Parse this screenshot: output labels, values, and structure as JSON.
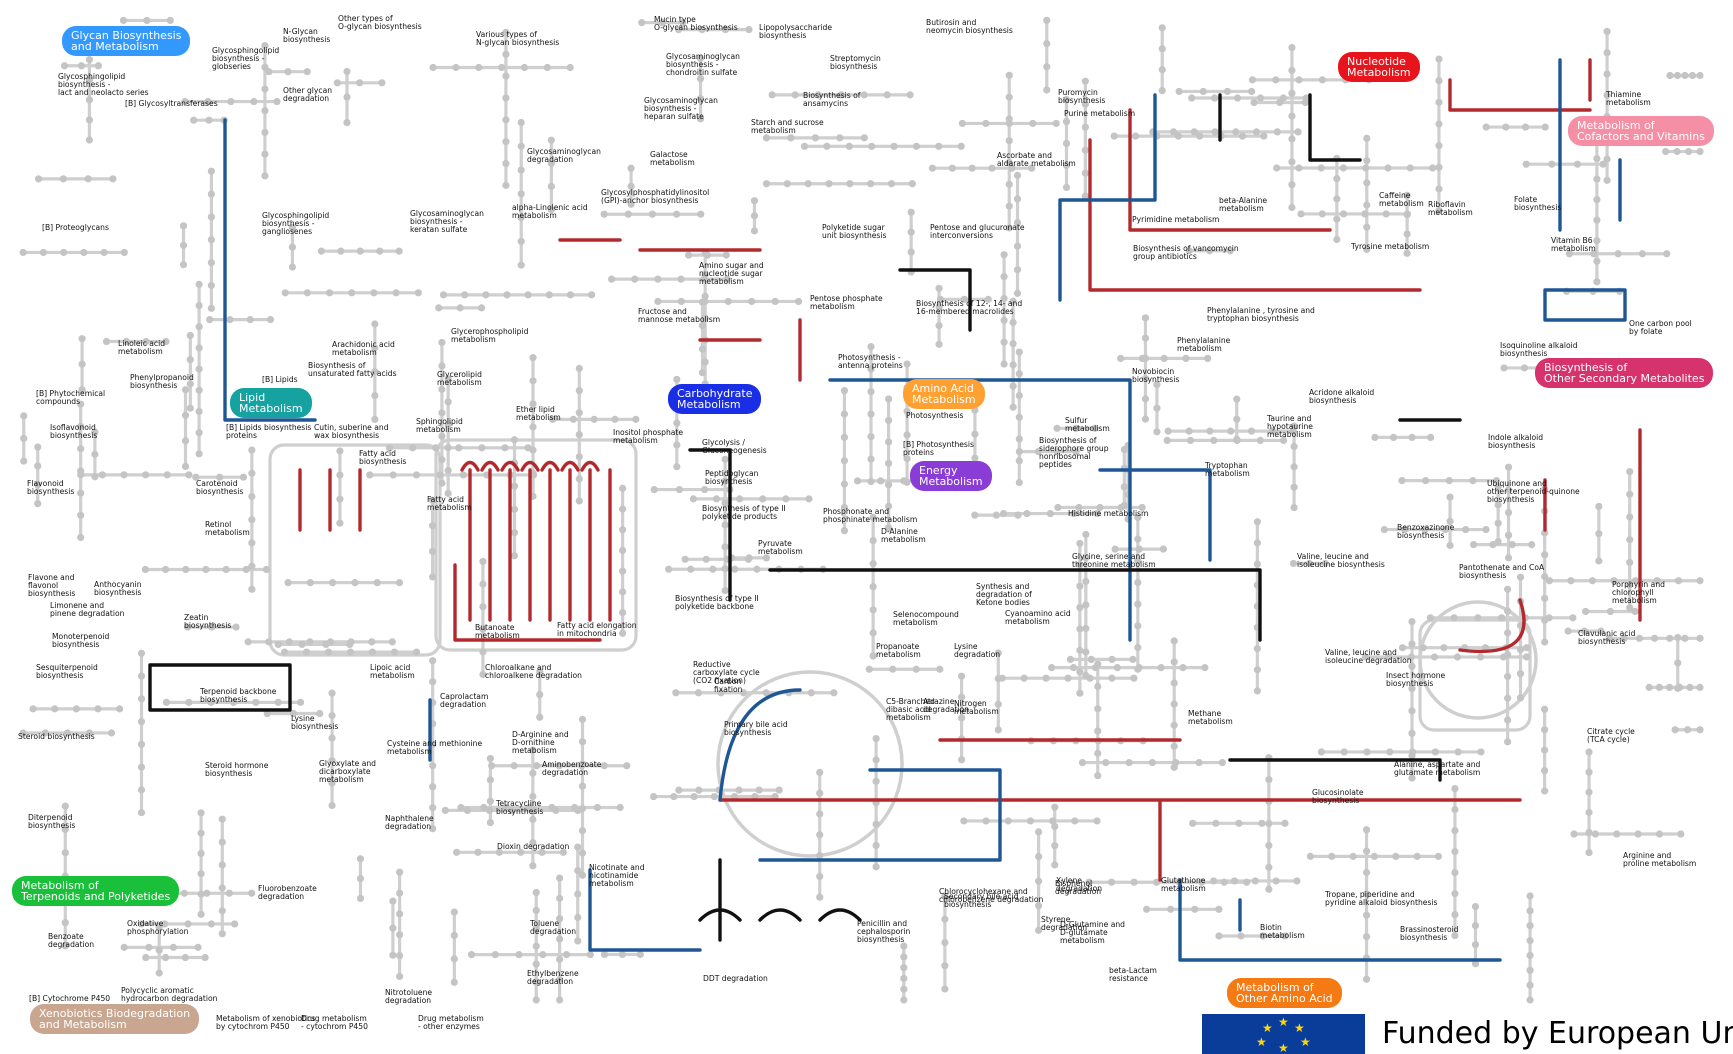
{
  "colors": {
    "background": "#ffffff",
    "pathway_grey": "#cfcfcf",
    "node_grey": "#c4c4c4",
    "highlight_red": "#b22a2e",
    "highlight_blue": "#1f5795",
    "highlight_black": "#111111"
  },
  "category_labels": [
    {
      "text": "Glycan Biosynthesis\nand Metabolism",
      "color": "#3399ff"
    },
    {
      "text": "Nucleotide\nMetabolism",
      "color": "#e8141c"
    },
    {
      "text": "Metabolism of\nCofactors and Vitamins",
      "color": "#f58fa5"
    },
    {
      "text": "Lipid\nMetabolism",
      "color": "#17a2a2"
    },
    {
      "text": "Carbohydrate\nMetabolism",
      "color": "#1a2ee6"
    },
    {
      "text": "Amino Acid\nMetabolism",
      "color": "#ffa033"
    },
    {
      "text": "Energy\nMetabolism",
      "color": "#8a3cd6"
    },
    {
      "text": "Biosynthesis of\nOther Secondary Metabolites",
      "color": "#d6336c"
    },
    {
      "text": "Metabolism of\nTerpenoids and Polyketides",
      "color": "#1ac03a"
    },
    {
      "text": "Xenobiotics Biodegradation\nand Metabolism",
      "color": "#c9a690"
    },
    {
      "text": "Metabolism of\nOther Amino Acid",
      "color": "#f57a14"
    }
  ],
  "pathway_labels": [
    "N-Glycan\nbiosynthesis",
    "Other types of\nO-glycan biosynthesis",
    "Various types of\nN-glycan biosynthesis",
    "Mucin type\nO-glycan biosynthesis",
    "Lipopolysaccharide\nbiosynthesis",
    "Butirosin and\nneomycin biosynthesis",
    "Glycosphingolipid\nbiosynthesis -\nglobseries",
    "Glycosphingolipid\nbiosynthesis -\nlact and neolacto series",
    "Other glycan\ndegradation",
    "[B] Glycosyltransferases",
    "Glycosaminoglycan\nbiosynthesis -\nchondroitin sulfate",
    "Streptomycin\nbiosynthesis",
    "Thiamine\nmetabolism",
    "Biosynthesis of\nansamycins",
    "Glycosaminoglycan\nbiosynthesis -\nheparan sulfate",
    "Purine metabolism",
    "Puromycin\nbiosynthesis",
    "Starch and sucrose\nmetabolism",
    "Glycosaminoglycan\ndegradation",
    "Galactose\nmetabolism",
    "Ascorbate and\naldarate metabolism",
    "Glycosylphosphatidylinositol\n(GPI)-anchor biosynthesis",
    "beta-Alanine\nmetabolism",
    "Caffeine\nmetabolism",
    "Riboflavin\nmetabolism",
    "Folate\nbiosynthesis",
    "[B] Proteoglycans",
    "Glycosphingolipid\nbiosynthesis -\ngangliosenes",
    "Glycosaminoglycan\nbiosynthesis -\nkeratan sulfate",
    "alpha-Linolenic acid\nmetabolism",
    "Polyketide sugar\nunit biosynthesis",
    "Pentose and glucuronate\ninterconversions",
    "Pyrimidine metabolism",
    "Biosynthesis of vancomycin\ngroup antibiotics",
    "Tyrosine metabolism",
    "Vitamin B6\nmetabolism",
    "Amino sugar and\nnucleotide sugar\nmetabolism",
    "Fructose and\nmannose metabolism",
    "Pentose phosphate\nmetabolism",
    "Biosynthesis of 12-, 14- and\n16-membered macrolides",
    "Phenylalanine , tyrosine and\ntryptophan biosynthesis",
    "One carbon pool\nby folate",
    "Linoleic acid\nmetabolism",
    "Arachidonic acid\nmetabolism",
    "Glycerophospholipid\nmetabolism",
    "Phenylalanine\nmetabolism",
    "Isoquinoline alkaloid\nbiosynthesis",
    "Phenylpropanoid\nbiosynthesis",
    "[B] Lipids",
    "Biosynthesis of\nunsaturated fatty acids",
    "Glycerolipid\nmetabolism",
    "Photosynthesis -\nantenna proteins",
    "Novobiocin\nbiosynthesis",
    "[B] Phytochemical\ncompounds",
    "Acridone alkaloid\nbiosynthesis",
    "Isoflavonoid\nbiosynthesis",
    "[B] Lipids biosynthesis\nproteins",
    "Cutin, suberine and\nwax biosynthesis",
    "Sphingolipid\nmetabolism",
    "Ether lipid\nmetabolism",
    "Inositol phosphate\nmetabolism",
    "Photosynthesis",
    "Sulfur\nmetabolism",
    "Taurine and\nhypotaurine\nmetabolism",
    "Indole alkaloid\nbiosynthesis",
    "Glycolysis /\nGluconeogenesis",
    "[B] Photosynthesis\nproteins",
    "Biosynthesis of\nsiderophore group\nnonribosomal\npeptides",
    "Tryptophan\nmetabolism",
    "Fatty acid\nbiosynthesis",
    "Flavonoid\nbiosynthesis",
    "Carotenoid\nbiosynthesis",
    "Peptidoglycan\nbiosynthesis",
    "Ubiquinone and\nother terpenoid-quinone\nbiosynthesis",
    "Fatty acid\nmetabolism",
    "Biosynthesis of type II\npolyketide products",
    "Phosphonate and\nphosphinate metabolism",
    "Histidine metabolism",
    "Retinol\nmetabolism",
    "Benzoxazinone\nbiosynthesis",
    "D-Alanine\nmetabolism",
    "Pyruvate\nmetabolism",
    "Glycine, serine and\nthreonine metabolism",
    "Valine, leucine and\nisoleucine biosynthesis",
    "Pantothenate and CoA\nbiosynthesis",
    "Flavone and\nflavonol\nbiosynthesis",
    "Anthocyanin\nbiosynthesis",
    "Porphyrin and\nchlorophyll\nmetabolism",
    "Biosynthesis of type II\npolyketide backbone",
    "Synthesis and\ndegradation of\nKetone bodies",
    "Limonene and\npinene degradation",
    "Zeatin\nbiosynthesis",
    "Selenocompound\nmetabolism",
    "Cyanoamino acid\nmetabolism",
    "Butanoate\nmetabolism",
    "Fatty acid elongation\nin mitochondria",
    "Clavulanic acid\nbiosynthesis",
    "Monoterpenoid\nbiosynthesis",
    "Propanoate\nmetabolism",
    "Lysine\ndegradation",
    "Valine, leucine and\nisoleucine degradation",
    "Sesquiterpenoid\nbiosynthesis",
    "Lipoic acid\nmetabolism",
    "Chloroalkane and\nchloroalkene degradation",
    "Reductive\ncarboxylate cycle\n(CO2 fixation)",
    "Terpenoid backbone\nbiosynthesis",
    "Caprolactam\ndegradation",
    "Carbon\nfixation",
    "C5-Branched\ndibasic acid\nmetabolism",
    "Nitrogen\nmetabolism",
    "Insect hormone\nbiosynthesis",
    "Steroid biosynthesis",
    "Lysine\nbiosynthesis",
    "Cysteine and methionine\nmetabolism",
    "D-Arginine and\nD-ornithine\nmetabolism",
    "Primary bile acid\nbiosynthesis",
    "Atrazine\ndegradation",
    "Methane\nmetabolism",
    "Citrate cycle\n(TCA cycle)",
    "Alanine, aspartate and\nglutamate metabolism",
    "Steroid hormone\nbiosynthesis",
    "Glyoxylate and\ndicarboxylate\nmetabolism",
    "Aminobenzoate\ndegradation",
    "Tetracycline\nbiosynthesis",
    "Glucosinolate\nbiosynthesis",
    "Diterpenoid\nbiosynthesis",
    "Naphthalene\ndegradation",
    "Dioxin degradation",
    "Arginine and\nproline metabolism",
    "Nicotinate and\nnicotinamide\nmetabolism",
    "Xylene\ndegradation",
    "Chlorocyclohexane and\nchlorobenzene degradation",
    "Bisphenol\ndegradation",
    "Glutathione\nmetabolism",
    "Fluorobenzoate\ndegradation",
    "Styrene\ndegradation",
    "Tropane, piperidine and\npyridine alkaloid biosynthesis",
    "Secondary bile acid\nbiosynthesis",
    "Oxidative\nphosphorylation",
    "Penicillin and\ncephalosporin\nbiosynthesis",
    "D-Glutamine and\nD-glutamate\nmetabolism",
    "Biotin\nmetabolism",
    "Brassinosteroid\nbiosynthesis",
    "Benzoate\ndegradation",
    "Toluene\ndegradation",
    "Ethylbenzene\ndegradation",
    "DDT degradation",
    "beta-Lactam\nresistance",
    "[B] Cytochrome P450",
    "Polycyclic aromatic\nhydrocarbon degradation",
    "Nitrotoluene\ndegradation",
    "Metabolism of xenobiotics\nby cytochrom P450",
    "Drug metabolism\n- cytochrom P450",
    "Drug metabolism\n- other enzymes"
  ],
  "footer": {
    "funded_text": "Funded by European Un"
  }
}
